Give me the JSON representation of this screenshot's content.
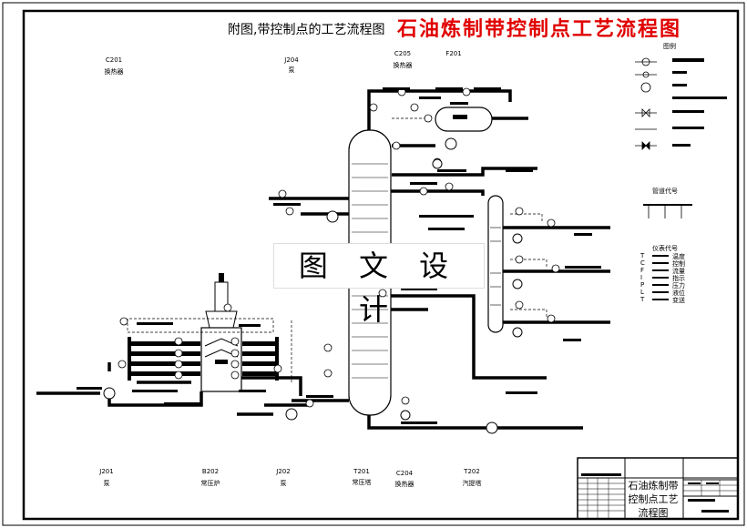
{
  "caption": "附图,带控制点的工艺流程图",
  "main_title": "石油炼制带控制点工艺流程图",
  "watermark": "图 文 设 计",
  "equipment_top": [
    {
      "code": "C201",
      "name": "换热器"
    },
    {
      "code": "J204",
      "name": "泵"
    },
    {
      "code": "C205",
      "name": "换热器"
    },
    {
      "code": "F201",
      "name": ""
    }
  ],
  "equipment_bottom": [
    {
      "code": "J201",
      "name": "泵"
    },
    {
      "code": "B202",
      "name": "常压炉"
    },
    {
      "code": "J202",
      "name": "泵"
    },
    {
      "code": "T201",
      "name": "常压塔"
    },
    {
      "code": "C204",
      "name": "换热器"
    },
    {
      "code": "T202",
      "name": "汽提塔"
    }
  ],
  "legend": {
    "head": "图例",
    "pipe_head": "管道代号",
    "instrument_head": "仪表代号",
    "instrument_letters": [
      "T",
      "C",
      "F",
      "I",
      "P",
      "L",
      "T"
    ],
    "instrument_names": [
      "温度",
      "控制",
      "流量",
      "指示",
      "压力",
      "液位",
      "变送"
    ]
  },
  "title_block": {
    "title": "石油炼制带控制点工艺流程图"
  },
  "colors": {
    "line": "#000000",
    "title": "#e00000"
  }
}
